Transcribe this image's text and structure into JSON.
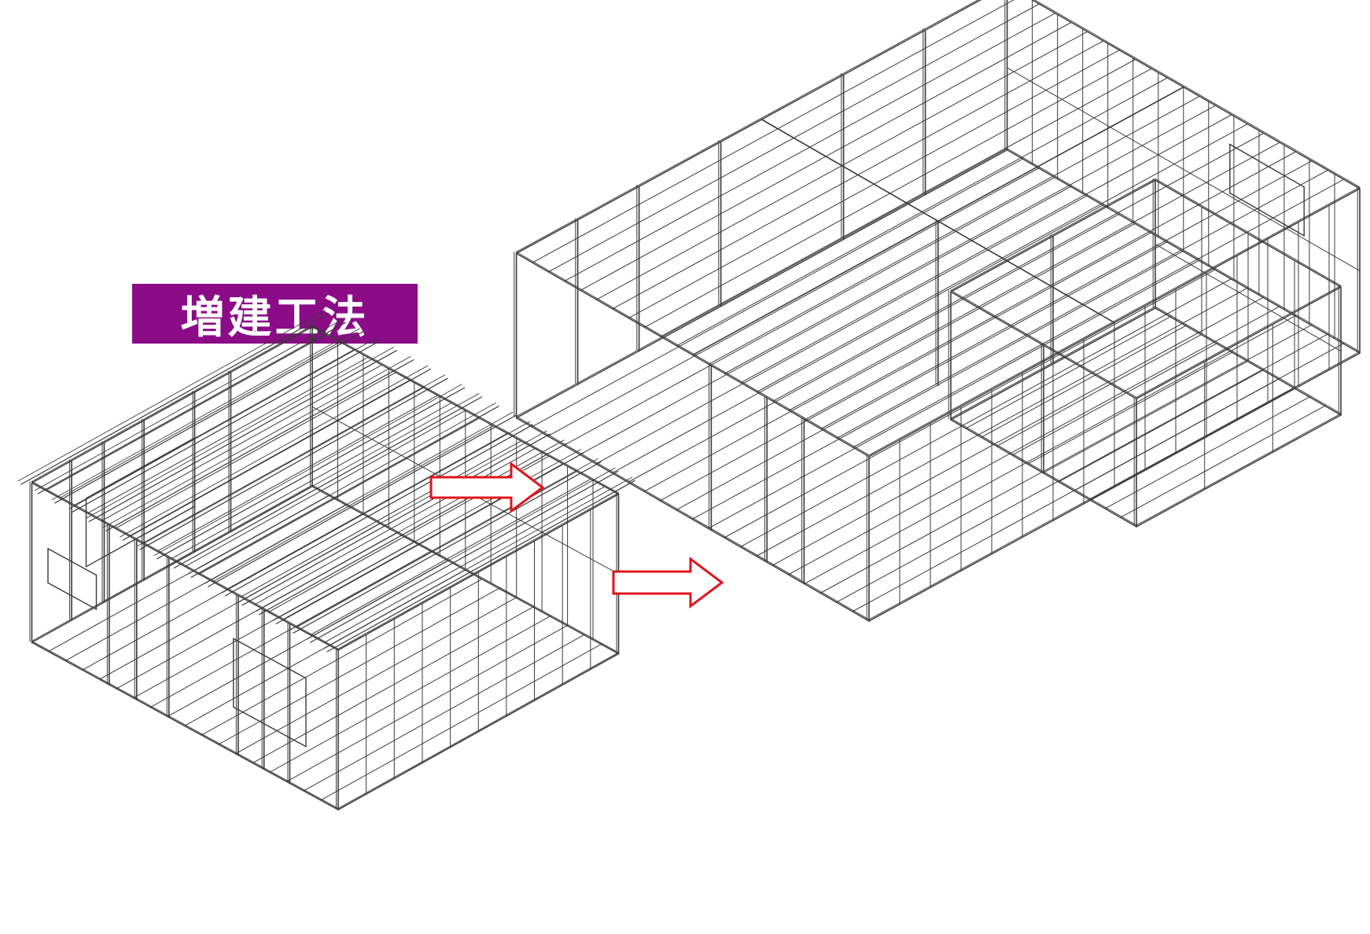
{
  "title_badge": {
    "text": "増建工法",
    "background": "#8B0C86",
    "text_color": "#FFFFFF"
  },
  "colors": {
    "arrow_stroke": "#E0141B",
    "arrow_fill": "#FFFFFF",
    "line": "#3A3A3A",
    "paper": "#FFFFFF"
  },
  "figures": [
    {
      "id": "before",
      "content": "single-unit-frame-isometric"
    },
    {
      "id": "after",
      "content": "extended-frame-isometric"
    }
  ],
  "arrows": [
    {
      "direction": "right",
      "icon": "right-arrow-icon"
    },
    {
      "direction": "right",
      "icon": "right-arrow-icon"
    }
  ]
}
